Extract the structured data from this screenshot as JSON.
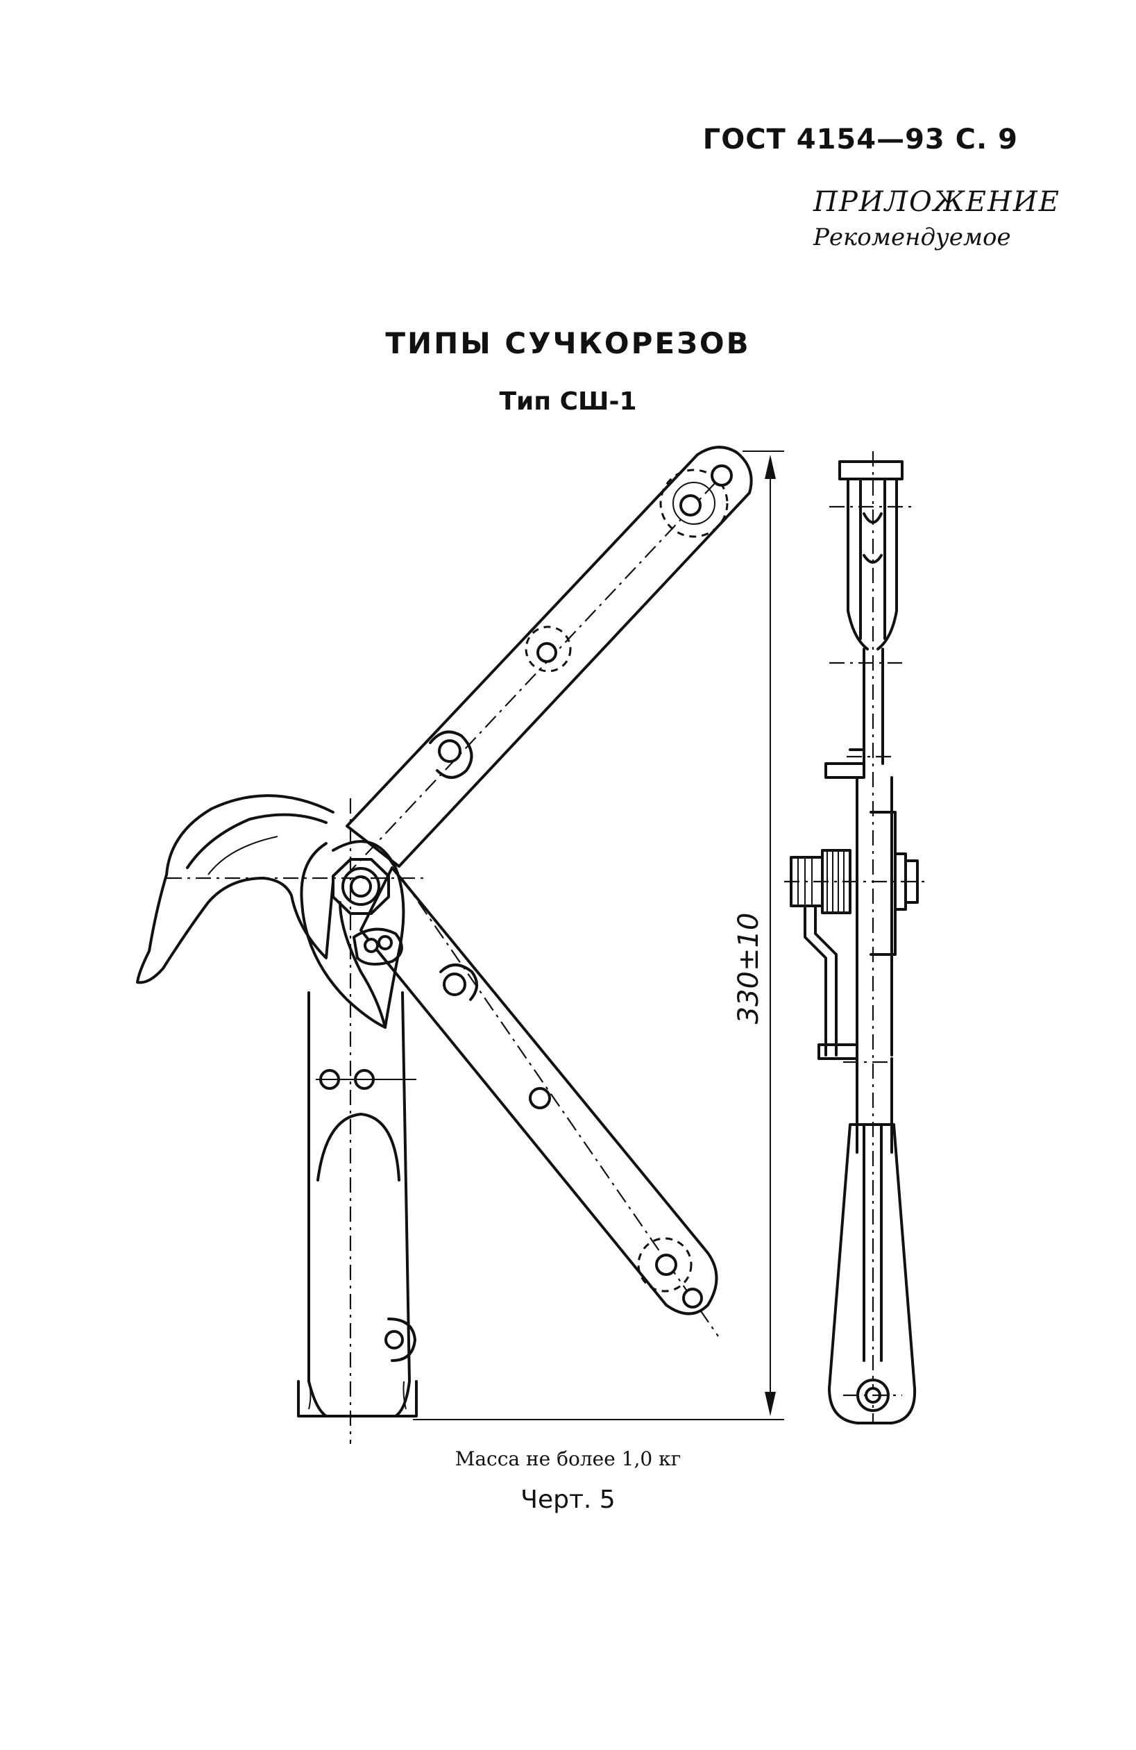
{
  "header": {
    "standard_code": "ГОСТ 4154—93 С. 9",
    "appendix_title": "ПРИЛОЖЕНИЕ",
    "appendix_status": "Рекомендуемое"
  },
  "section": {
    "title": "ТИПЫ СУЧКОРЕЗОВ",
    "type_label": "Тип СШ-1"
  },
  "drawing": {
    "dimension_label": "330±10",
    "mass_note": "Масса не более 1,0 кг",
    "figure_label": "Черт. 5"
  }
}
